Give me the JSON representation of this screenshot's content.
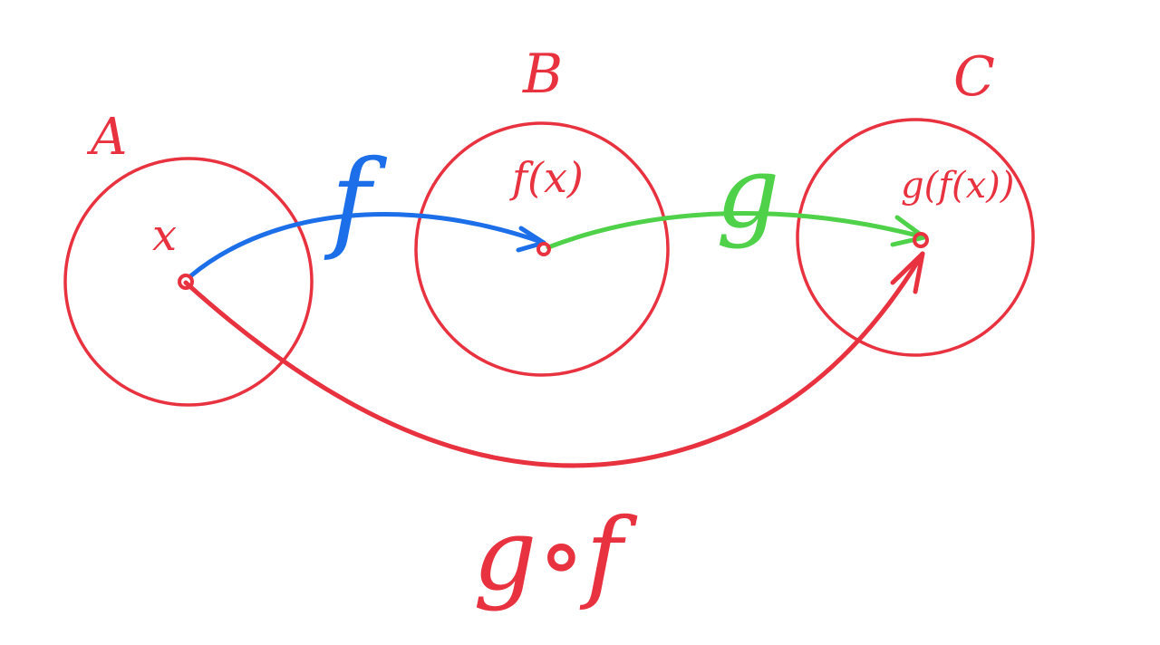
{
  "colors": {
    "red": "#e8323f",
    "blue": "#1c6fe8",
    "green": "#4fd14a"
  },
  "sets": {
    "a": {
      "label": "A"
    },
    "b": {
      "label": "B"
    },
    "c": {
      "label": "C"
    }
  },
  "elements": {
    "x": "x",
    "fx": "f(x)",
    "gfx": "g(f(x))"
  },
  "maps": {
    "f": "f",
    "g": "g",
    "gof": "g∘f"
  }
}
